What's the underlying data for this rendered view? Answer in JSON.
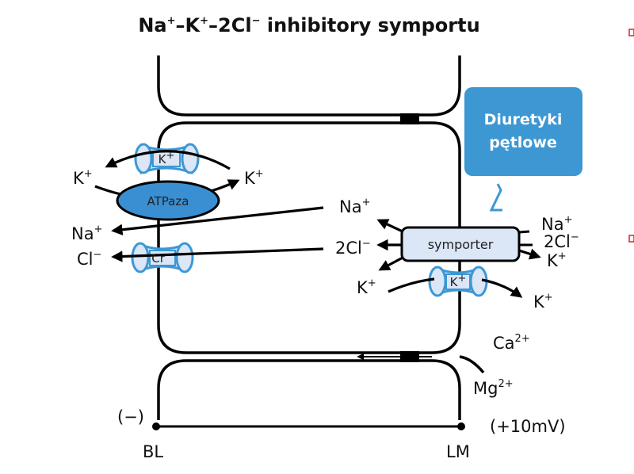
{
  "title": {
    "base1": "Na",
    "sup1": "+",
    "mid1": "–K",
    "sup2": "+",
    "mid2": "–2Cl",
    "sup3": "−",
    "rest": " inhibitory symportu"
  },
  "callout": {
    "line1": "Diuretyki",
    "line2": "pętlowe",
    "color": "#3d97d3"
  },
  "atpase_label": "ATPaza",
  "symporter_label": "symporter",
  "channels": {
    "k_left": {
      "base": "K",
      "sup": "+"
    },
    "cl_left": {
      "base": "Cr",
      "sup": "−"
    },
    "k_right": {
      "base": "K",
      "sup": "+"
    }
  },
  "ions": {
    "k_bl_left": {
      "base": "K",
      "sup": "+"
    },
    "k_bl_right": {
      "base": "K",
      "sup": "+"
    },
    "na_bl": {
      "base": "Na",
      "sup": "+"
    },
    "cl_bl": {
      "base": "Cl",
      "sup": "−"
    },
    "na_cell": {
      "base": "Na",
      "sup": "+"
    },
    "cl_cell": {
      "base": "2Cl",
      "sup": "−"
    },
    "k_cell": {
      "base": "K",
      "sup": "+"
    },
    "na_lumen": {
      "base": "Na",
      "sup": "+"
    },
    "cl_lumen": {
      "base": "2Cl",
      "sup": "−"
    },
    "k_lumen": {
      "base": "K",
      "sup": "+"
    },
    "k_lumen_out": {
      "base": "K",
      "sup": "+"
    },
    "ca": {
      "base": "Ca",
      "sup": "2+"
    },
    "mg": {
      "base": "Mg",
      "sup": "2+"
    }
  },
  "potential": {
    "bl": "(−)",
    "lm": "(+10mV)"
  },
  "sides": {
    "bl": "BL",
    "lm": "LM"
  },
  "colors": {
    "accent": "#3d97d3",
    "atpase": "#3a8fd2",
    "channel_fill": "#dbe6f7"
  }
}
